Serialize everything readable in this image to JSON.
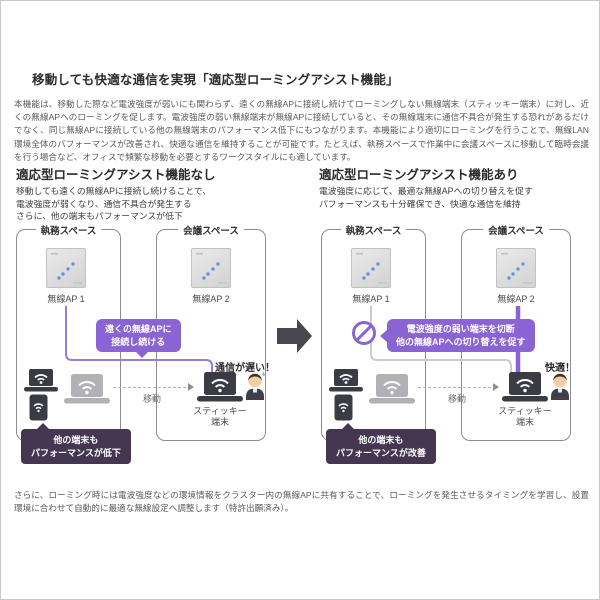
{
  "page": {
    "title": "移動しても快適な通信を実現「適応型ローミングアシスト機能」",
    "intro": "本機能は、移動した際など電波強度が弱いにも関わらず、遠くの無線APに接続し続けてローミングしない無線端末（スティッキー端末）に対し、近くの無線APへのローミングを促します。電波強度の弱い無線端末が無線APに接続していると、その無線端末に通信不具合が発生する恐れがあるだけでなく、同じ無線APに接続している他の無線端末のパフォーマンス低下にもつながります。本機能により適切にローミングを行うことで、無線LAN環境全体のパフォーマンスが改善され、快適な通信を維持することが可能です。たとえば、執務スペースで作業中に会議スペースに移動して臨時会議を行う場合など、オフィスで頻繁な移動を必要とするワークスタイルにも適しています。",
    "footer": "さらに、ローミング時には電波強度などの環境情報をクラスター内の無線APに共有することで、ローミングを発生させるタイミングを学習し、設置環境に合わせて自動的に最適な無線設定へ調整します（特許出願済み）。"
  },
  "panel_without": {
    "heading": "適応型ローミングアシスト機能なし",
    "description": "移動しても遠くの無線APに接続し続けることで、\n電波強度が弱くなり、通信不具合が発生する\nさらに、他の端末もパフォーマンスが低下",
    "zone_office": "執務スペース",
    "zone_meeting": "会議スペース",
    "ap1_label": "無線AP 1",
    "ap2_label": "無線AP 2",
    "callout": "遠くの無線APに\n接続し続ける",
    "status": "通信が遅い！",
    "move_label": "移動",
    "sticky_label": "スティッキー\n端末",
    "bottom_callout": "他の端末も\nパフォーマンスが低下"
  },
  "panel_with": {
    "heading": "適応型ローミングアシスト機能あり",
    "description": "電波強度に応じて、最適な無線APへの切り替えを促す\nパフォーマンスも十分確保でき、快適な通信を維持",
    "zone_office": "執務スペース",
    "zone_meeting": "会議スペース",
    "ap1_label": "無線AP 1",
    "ap2_label": "無線AP 2",
    "callout": "電波強度の弱い端末を切断\n他の無線APへの切り替えを促す",
    "status": "快適！",
    "move_label": "移動",
    "sticky_label": "スティッキー\n端末",
    "bottom_callout": "他の端末も\nパフォーマンスが改善"
  },
  "colors": {
    "accent_purple": "#8a64d2",
    "light_purple_line": "#9b7ad8",
    "dark_purple": "#453751",
    "disconnected_gray": "#cccccc",
    "transition_arrow": "#47474f"
  }
}
